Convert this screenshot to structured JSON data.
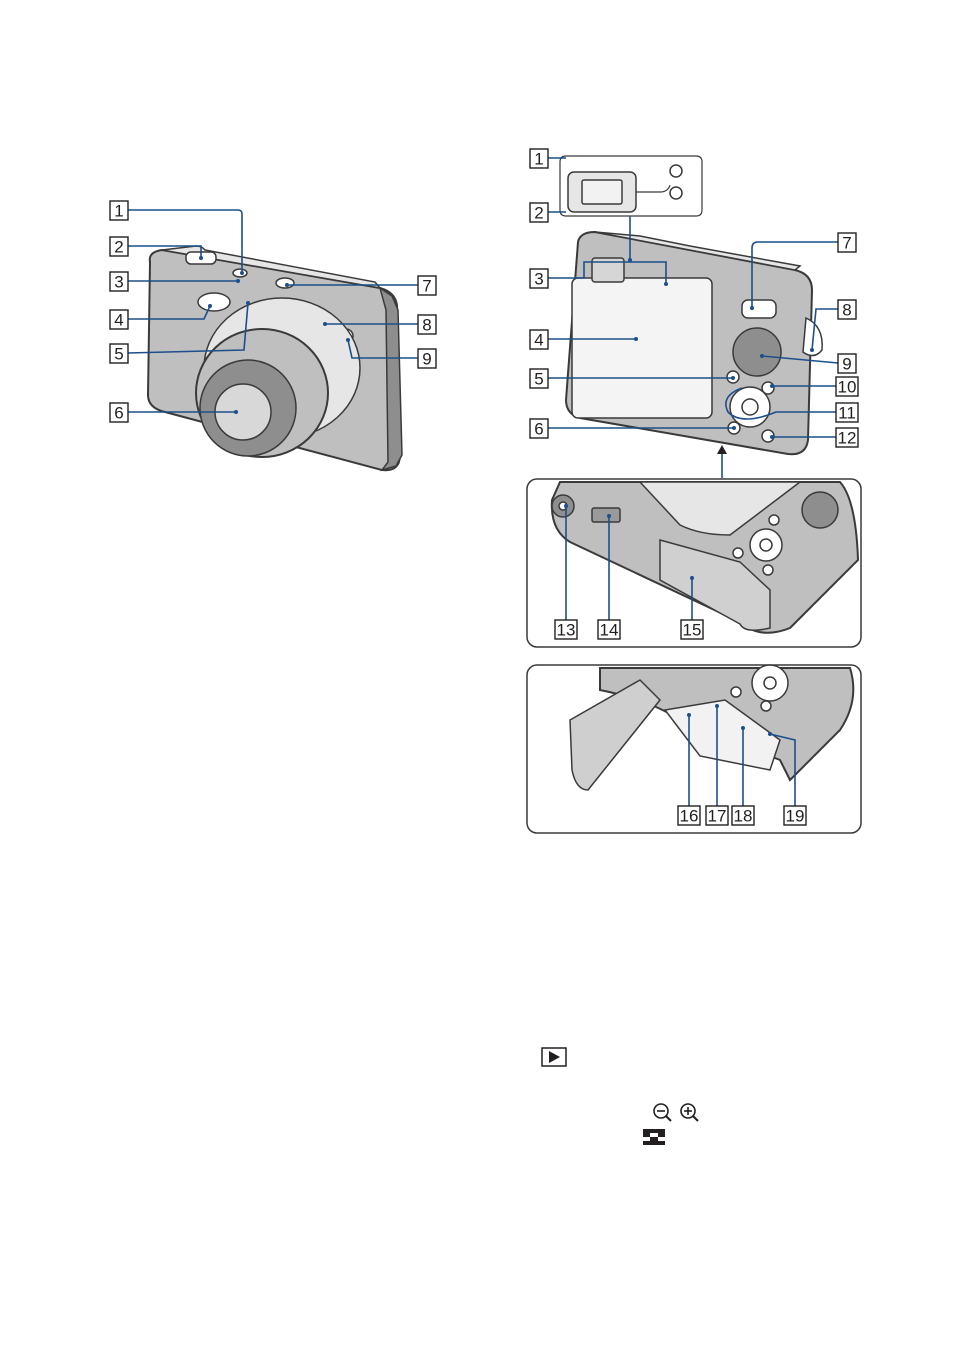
{
  "front_view": {
    "callouts": [
      "1",
      "2",
      "3",
      "4",
      "5",
      "6",
      "7",
      "8",
      "9"
    ]
  },
  "rear_view": {
    "callouts": [
      "1",
      "2",
      "3",
      "4",
      "5",
      "6",
      "7",
      "8",
      "9",
      "10",
      "11",
      "12"
    ]
  },
  "bottom_view": {
    "callouts": [
      "13",
      "14",
      "15"
    ]
  },
  "battery_view": {
    "callouts": [
      "16",
      "17",
      "18",
      "19"
    ]
  },
  "icons": {
    "playback": "playback-icon",
    "zoom_out": "zoom-out-icon",
    "zoom_in": "zoom-in-icon",
    "index": "index-icon"
  },
  "colors": {
    "leader_line": "#1c4f8c",
    "camera_body": "#bfbfbf",
    "outline": "#3a3a3a"
  }
}
